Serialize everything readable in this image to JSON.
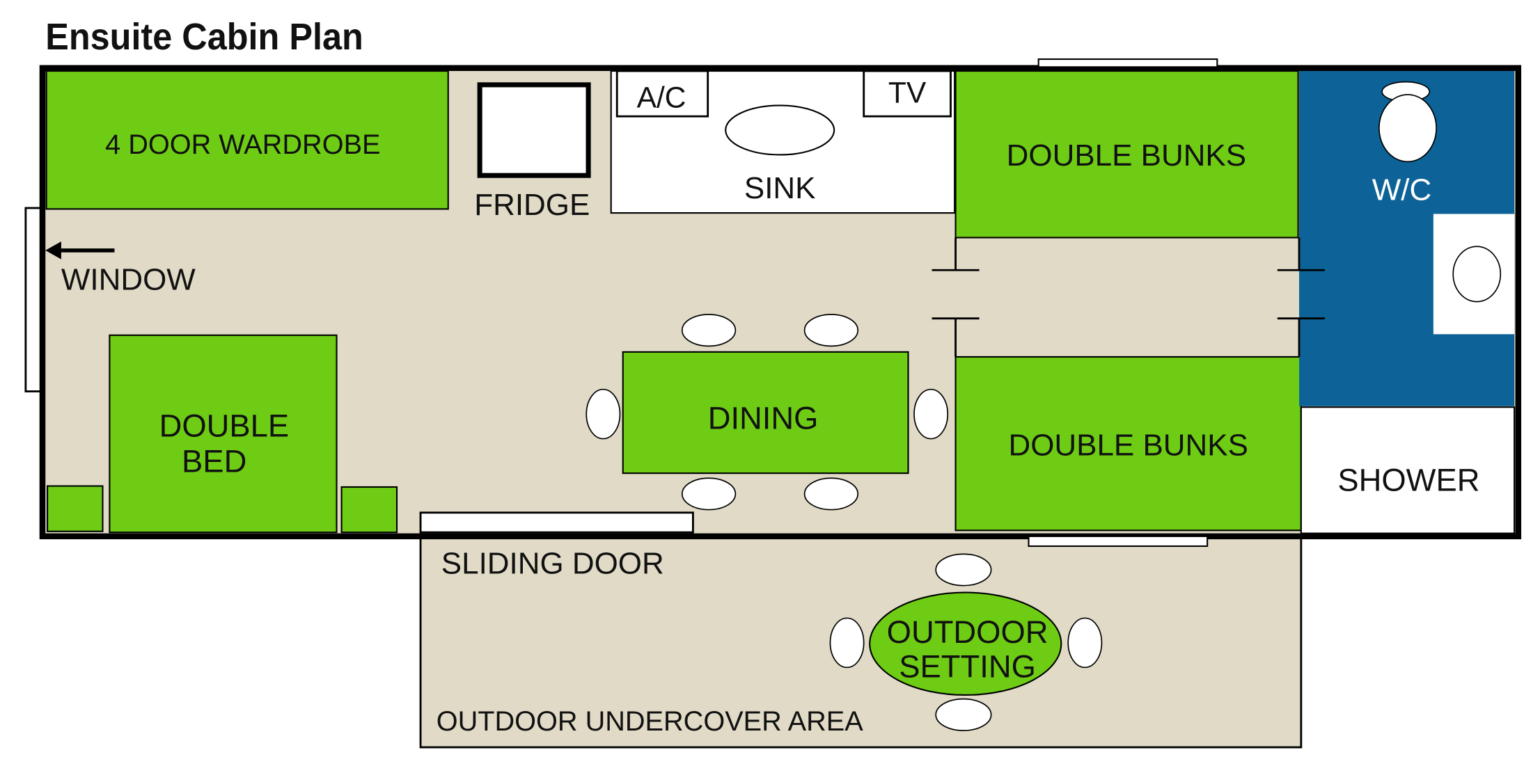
{
  "title": "Ensuite Cabin Plan",
  "colors": {
    "floor": "#e0dac6",
    "furniture_green": "#6ecc14",
    "wc_blue": "#0d6397",
    "white": "#ffffff",
    "wall": "#000000"
  },
  "labels": {
    "wardrobe": "4 DOOR WARDROBE",
    "fridge": "FRIDGE",
    "ac": "A/C",
    "tv": "TV",
    "sink": "SINK",
    "bunks_top": "DOUBLE BUNKS",
    "bunks_bottom": "DOUBLE BUNKS",
    "wc": "W/C",
    "window": "WINDOW",
    "double_bed_line1": "DOUBLE",
    "double_bed_line2": "BED",
    "dining": "DINING",
    "shower": "SHOWER",
    "sliding_door": "SLIDING DOOR",
    "outdoor_setting_line1": "OUTDOOR",
    "outdoor_setting_line2": "SETTING",
    "outdoor_area": "OUTDOOR UNDERCOVER AREA"
  }
}
